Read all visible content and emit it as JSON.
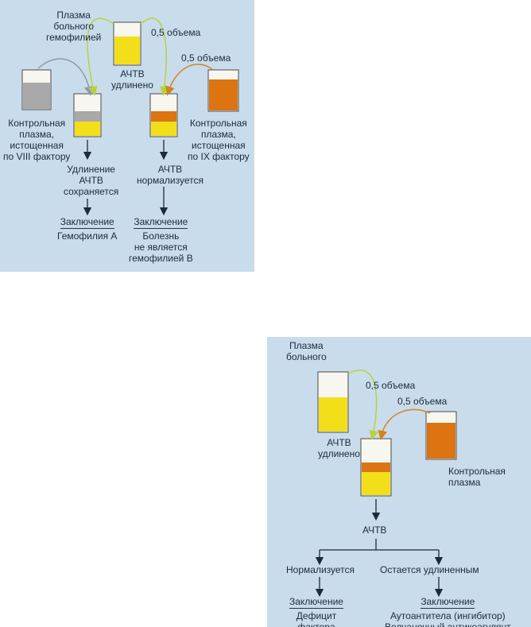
{
  "panel_a": {
    "patient_plasma": "Плазма\nбольного\nгемофилией",
    "half_volume_1": "0,5 объема",
    "half_volume_2": "0,5 объема",
    "aptt_prolonged": "АЧТВ\nудлинено",
    "control_viii": "Контрольная\nплазма,\nистощенная\nпо VIII фактору",
    "control_ix": "Контрольная\nплазма,\nистощенная\nпо IX фактору",
    "result_left": "Удлинение\nАЧТВ\nсохраняется",
    "result_right": "АЧТВ\nнормализуется",
    "conclusion_left_head": "Заключение",
    "conclusion_left_body": "Гемофилия А",
    "conclusion_right_head": "Заключение",
    "conclusion_right_body": "Болезнь\nне является\nгемофилией В"
  },
  "panel_b": {
    "patient_plasma": "Плазма\nбольного",
    "half_volume_1": "0,5 объема",
    "half_volume_2": "0,5 объема",
    "aptt_prolonged": "АЧТВ\nудлинено",
    "control": "Контрольная\nплазма",
    "aptt": "АЧТВ",
    "branch_left": "Нормализуется",
    "branch_right": "Остается удлиненным",
    "conclusion_left_head": "Заключение",
    "conclusion_left_body": "Дефицит\nфактора",
    "conclusion_right_head": "Заключение",
    "conclusion_right_body": "Аутоантитела (ингибитор)\nВолчаночный антикоагулянт"
  },
  "colors": {
    "panel_bg": "#c9dcec",
    "yellow": "#f2df1a",
    "orange": "#dc7412",
    "gray": "#a9a9a9",
    "arrow_gray": "#8e9aa6",
    "arrow_green": "#b7d23c",
    "arrow_orange": "#d0841c"
  }
}
